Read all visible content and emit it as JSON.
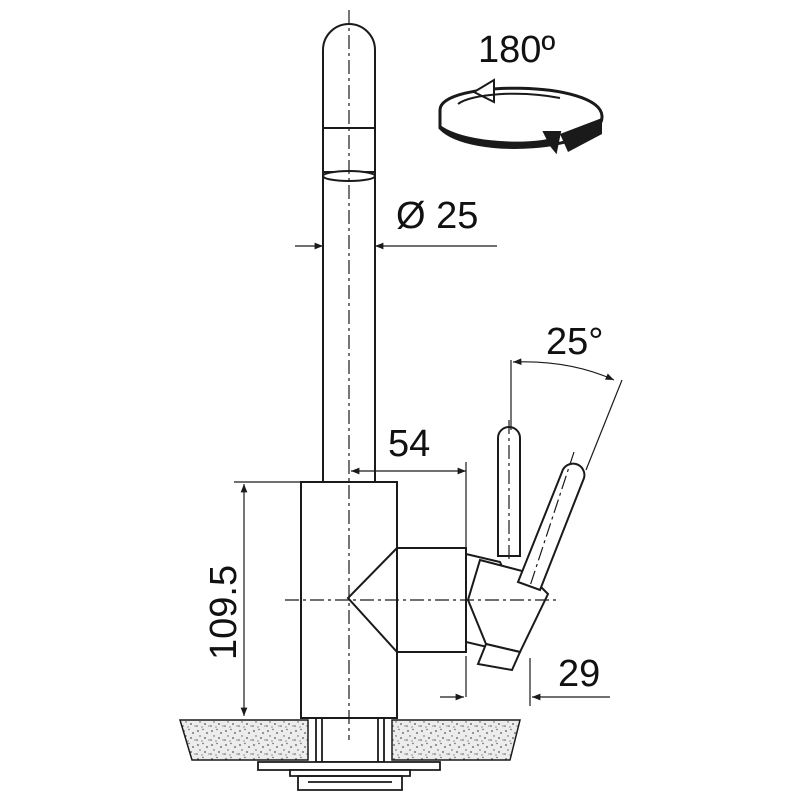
{
  "dimensions": {
    "rotation": "180º",
    "diameter": "Ø 25",
    "handle_angle": "25°",
    "spout_offset": "54",
    "body_height": "109.5",
    "handle_offset": "29"
  },
  "colors": {
    "line": "#1a1a1a",
    "fill": "#ffffff",
    "counter": "#ececec",
    "speckle": "#555555"
  },
  "icons": {
    "rotation": "rotate-arrow-icon"
  }
}
